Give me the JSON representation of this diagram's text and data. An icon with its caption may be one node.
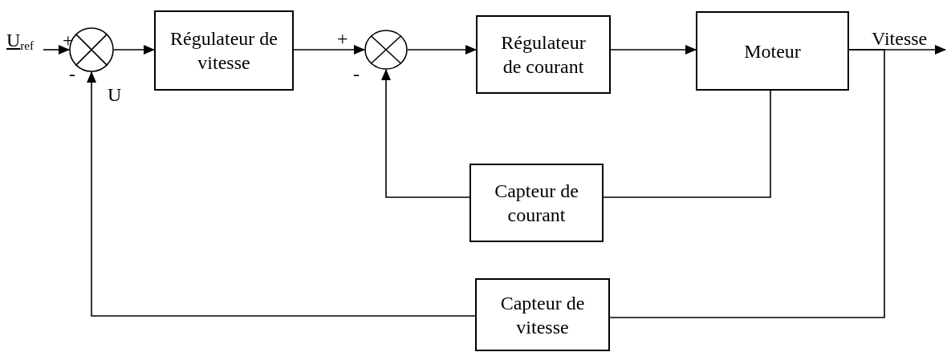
{
  "diagram": {
    "nodes": [
      {
        "text": [
          "U$_{ref}$"
        ]
      },
      {
        "text": [],
        "shape": "circle"
      },
      {
        "text": [
          "Régulateur de vitesse"
        ]
      },
      {
        "text": [],
        "shape": "circle"
      },
      {
        "text": [
          "Régulateur de courant"
        ]
      },
      {
        "text": [
          "Moteur"
        ]
      },
      {
        "text": [
          "Capteur de courant"
        ]
      },
      {
        "text": [
          "Capteur de vitesse"
        ]
      }
    ],
    "edges": [
      {
        "from": 0,
        "to": 1,
        "arrow": "to"
      },
      {
        "from": 1,
        "to": 2,
        "arrow": "to"
      },
      {
        "from": 2,
        "to": 3,
        "arrow": "to"
      },
      {
        "from": 3,
        "to": 4,
        "arrow": "to"
      },
      {
        "from": 4,
        "to": 5,
        "arrow": "to"
      },
      {
        "from": 5,
        "to": null,
        "arrow": "to",
        "label": "Vitesse"
      },
      {
        "from": 5,
        "to": 6,
        "arrow": "none"
      },
      {
        "from": 6,
        "to": 3,
        "arrow": "to"
      },
      {
        "from": 5,
        "to": 7,
        "arrow": "none"
      },
      {
        "from": 7,
        "to": 1,
        "arrow": "to"
      }
    ],
    "labels": [
      "+",
      "-",
      "U",
      "+",
      "-"
    ]
  }
}
